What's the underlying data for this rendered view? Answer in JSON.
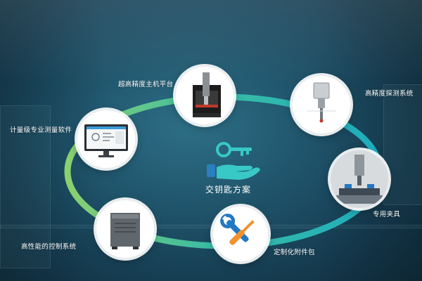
{
  "diagram": {
    "center": {
      "label": "交钥匙方案",
      "icon": "key-hand-icon"
    },
    "nodes": [
      {
        "id": "platform",
        "label": "超高精度主机平台",
        "icon": "cmm-machine-icon"
      },
      {
        "id": "probe",
        "label": "高精度探测系统",
        "icon": "probe-icon"
      },
      {
        "id": "fixture",
        "label": "专用夹具",
        "icon": "fixture-icon"
      },
      {
        "id": "accessory",
        "label": "定制化附件包",
        "icon": "wrench-screwdriver-icon"
      },
      {
        "id": "control",
        "label": "高性能的控制系统",
        "icon": "controller-cabinet-icon"
      },
      {
        "id": "software",
        "label": "计量级专业测量软件",
        "icon": "software-monitor-icon"
      }
    ]
  },
  "colors": {
    "ring_green": "#7ccf7a",
    "ring_teal": "#1fb3c4",
    "accent_orange": "#f0922e",
    "accent_blue": "#2378c3",
    "icon_teal": "#2ec9c6"
  }
}
